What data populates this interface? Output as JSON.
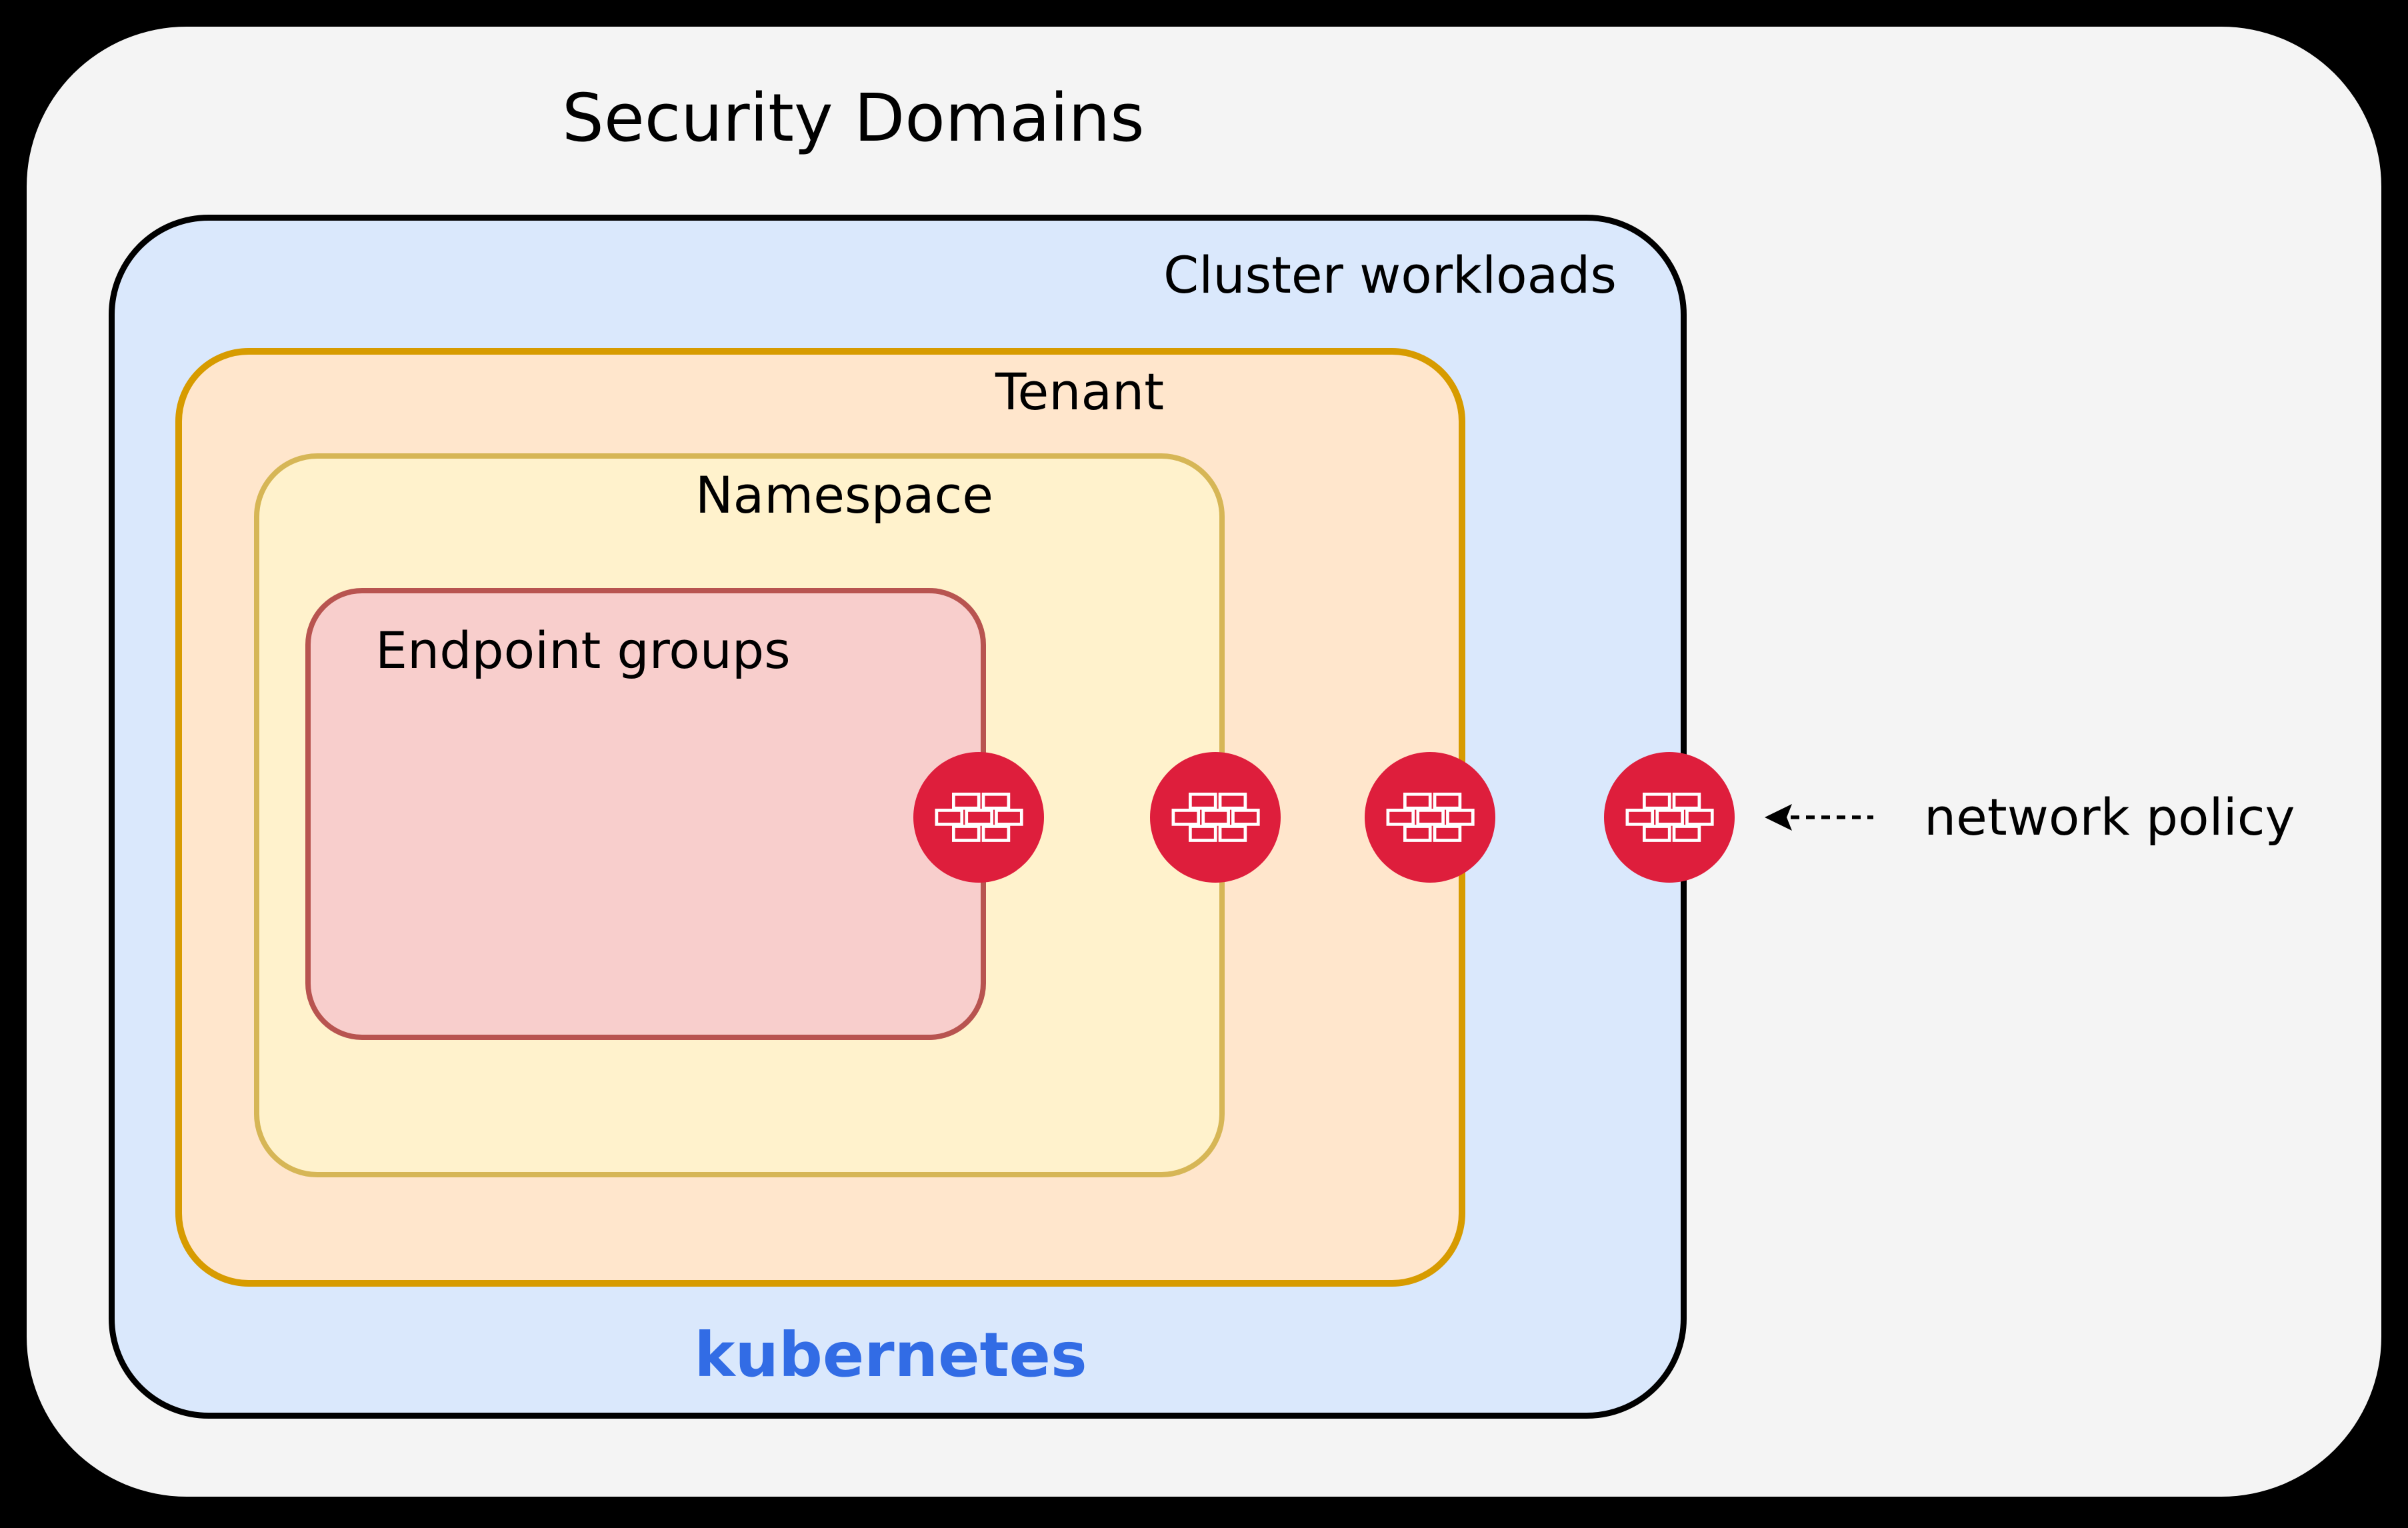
{
  "title": "Security Domains",
  "domains": {
    "cluster": {
      "label": "Cluster workloads",
      "fill": "#dae8fc",
      "stroke": "#000000"
    },
    "tenant": {
      "label": "Tenant",
      "fill": "#ffe6cc",
      "stroke": "#d79b00"
    },
    "namespace": {
      "label": "Namespace",
      "fill": "#fff2cc",
      "stroke": "#d6b656"
    },
    "endpoint_groups": {
      "label": "Endpoint groups",
      "fill": "#f8cecc",
      "stroke": "#b85450"
    }
  },
  "platform": {
    "label": "kubernetes",
    "color": "#326ce5"
  },
  "annotation": {
    "label": "network policy",
    "arrow_style": "dashed-left"
  },
  "firewalls": {
    "count": 4,
    "icon": "firewall-brick-wall-icon",
    "color": "#de1e3c"
  },
  "colors": {
    "canvas": "#f4f4f4",
    "cluster-fill": "#dae8fc",
    "cluster-stroke": "#000000",
    "tenant-fill": "#ffe6cc",
    "tenant-stroke": "#d79b00",
    "namespace-fill": "#fff2cc",
    "namespace-stroke": "#d6b656",
    "endpoint-fill": "#f8cecc",
    "endpoint-stroke": "#b85450",
    "firewall": "#de1e3c",
    "kubernetes": "#326ce5",
    "text": "#000000"
  }
}
